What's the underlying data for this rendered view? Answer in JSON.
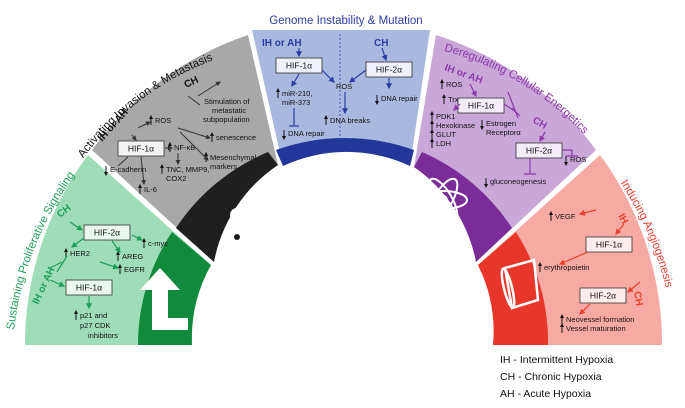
{
  "legend": {
    "ih": "IH - Intermittent Hypoxia",
    "ch": "CH - Chronic Hypoxia",
    "ah": "AH - Acute Hypoxia"
  },
  "colors": {
    "proliferative": "#9fdcb8",
    "proliferative_text": "#1f9e57",
    "proliferative_inner": "#128a3e",
    "invasion": "#a8a8a8",
    "invasion_inner": "#1f1f1f",
    "genome": "#a9b8df",
    "genome_text": "#2b3fa3",
    "genome_inner": "#23379a",
    "energetics": "#c9a7d8",
    "energetics_text": "#8a3aa8",
    "energetics_inner": "#7a2d98",
    "angiogenesis": "#f7aaa3",
    "angiogenesis_text": "#e8412e",
    "angiogenesis_inner": "#e8372a"
  },
  "segments": {
    "proliferative": {
      "title": "Sustaining Proliferative Signaling",
      "ch": "CH",
      "ih_ah": "IH or AH",
      "hif2": "HIF-2α",
      "hif1": "HIF-1α",
      "her2": "HER2",
      "cmyc": "c-myc",
      "areg": "AREG",
      "egfr": "EGFR",
      "p21_line1": "p21 and",
      "p21_line2": "p27 CDK",
      "p21_line3": "inhibitors"
    },
    "invasion": {
      "title": "Activating Invasion & Metastasis",
      "ch": "CH",
      "ih_ah": "IH or AH",
      "hif1": "HIF-1α",
      "ros": "ROS",
      "nfkb": "NF-κB",
      "ecadherin": "E-cadherin",
      "tnc_line1": "TNC, MMP9,",
      "tnc_line2": "COX2",
      "il6": "IL-6",
      "senescence": "senescence",
      "stim_line1": "Stimulation of",
      "stim_line2": "metastatic",
      "stim_line3": "subpopulation",
      "mes_line1": "Mesenchymal",
      "mes_line2": "markers"
    },
    "genome": {
      "title": "Genome Instability & Mutation",
      "ih_ah": "IH or AH",
      "ch": "CH",
      "hif1": "HIF-1α",
      "hif2": "HIF-2α",
      "mir_line1": "miR-210,",
      "mir_line2": "miR-373",
      "ros": "ROS",
      "dna_breaks": "DNA breaks",
      "dna_repair_left": "DNA repair",
      "dna_repair_right": "DNA repair"
    },
    "energetics": {
      "title": "Deregulating Cellular Energetics",
      "ih_ah": "IH or AH",
      "ch": "CH",
      "hif1": "HIF-1α",
      "hif2": "HIF-2α",
      "ros_top": "ROS",
      "trx": "Trx",
      "pdk1": "PDK1",
      "hexokinase": "Hexokinase",
      "glut": "GLUT",
      "ldh": "LDH",
      "estrogen": "Estrogen",
      "receptor": "Receptorα",
      "ros_right": "ROS",
      "gluconeogenesis": "gluconeogenesis"
    },
    "angiogenesis": {
      "title": "Inducing Angiogenesis",
      "ih": "IH",
      "ch": "CH",
      "hif1": "HIF-1α",
      "hif2": "HIF-2α",
      "vegf": "VEGF",
      "epo": "erythropoietin",
      "neo": "Neovessel formation",
      "vessel": "Vessel maturation"
    }
  }
}
